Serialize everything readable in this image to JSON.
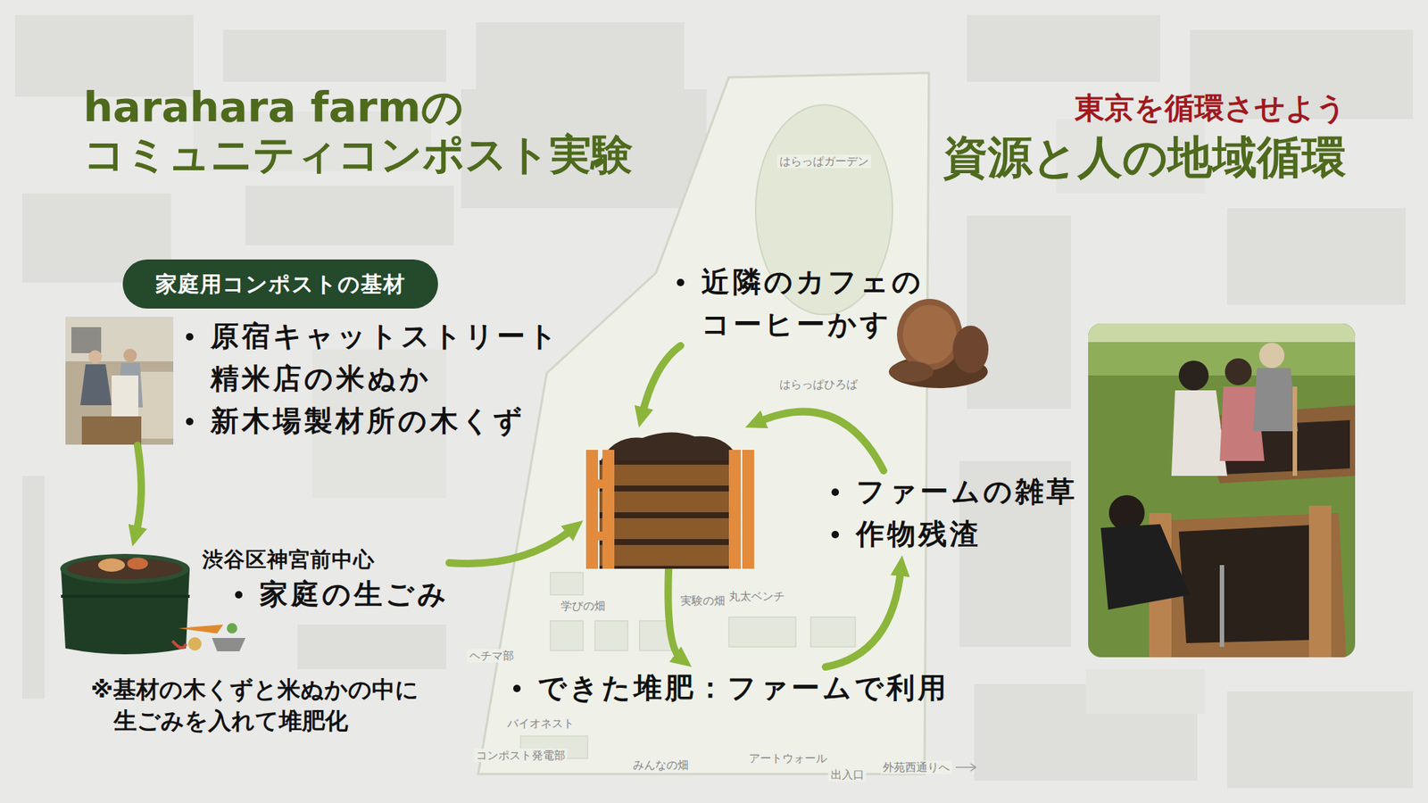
{
  "diagram": {
    "title": "harahara farmの コミュニティコンポスト実験",
    "nodes": [
      {
        "text": [
          "家庭用コンポストの基材"
        ]
      },
      {
        "text": [
          "原宿キャットストリート 精米店の米ぬか",
          "新木場製材所の木くず"
        ]
      },
      {
        "text": [
          "渋谷区神宮前中心",
          "家庭の生ごみ"
        ]
      },
      {
        "text": [
          "近隣のカフェの コーヒーかす"
        ]
      },
      {
        "text": []
      },
      {
        "text": [
          "ファームの雑草",
          "作物残渣"
        ]
      },
      {
        "text": [
          "できた堆肥：ファームで利用"
        ]
      }
    ],
    "edges": [
      {
        "from": 1,
        "to": 2,
        "arrow": "to"
      },
      {
        "from": 2,
        "to": 4,
        "arrow": "to"
      },
      {
        "from": 3,
        "to": 4,
        "arrow": "to"
      },
      {
        "from": 4,
        "to": 6,
        "arrow": "to"
      },
      {
        "from": 6,
        "to": 5,
        "arrow": "to"
      },
      {
        "from": 5,
        "to": 4,
        "arrow": "to"
      }
    ],
    "labels": [
      "東京を循環させよう",
      "資源と人の地域循環",
      "※基材の木くずと米ぬかの中に 生ごみを入れて堆肥化",
      "はらっぱガーデン",
      "はらっぱひろば",
      "学びの畑",
      "実験の畑",
      "丸太ベンチ",
      "ヘチマ部",
      "バイオネスト",
      "コンポスト発電部",
      "みんなの畑",
      "アートウォール",
      "出入口",
      "外苑西通りへ"
    ]
  }
}
